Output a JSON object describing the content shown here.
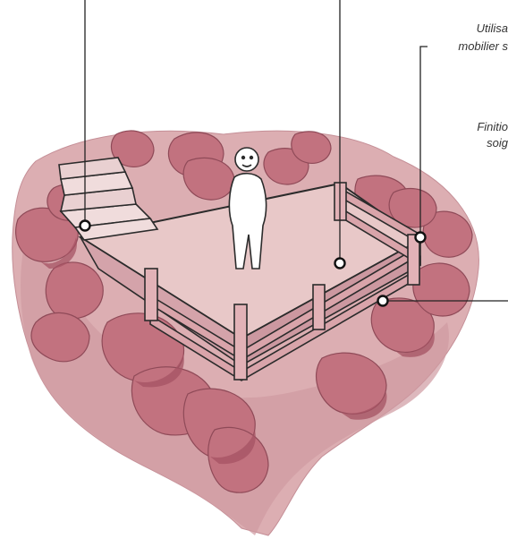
{
  "annotations": [
    {
      "text": "Utilisa",
      "side": "right"
    },
    {
      "text": "mobilier s",
      "side": "right"
    },
    {
      "text": "Finitio",
      "side": "right"
    },
    {
      "text": "soig",
      "side": "right"
    }
  ],
  "colors": {
    "ground": "#dcaeb2",
    "ground_shade": "#c98f96",
    "bush": "#c2727f",
    "bush_dark": "#a55363",
    "platform": "#e8c8c8",
    "wood": "#d9a4aa",
    "ink": "#2b2b2b"
  }
}
